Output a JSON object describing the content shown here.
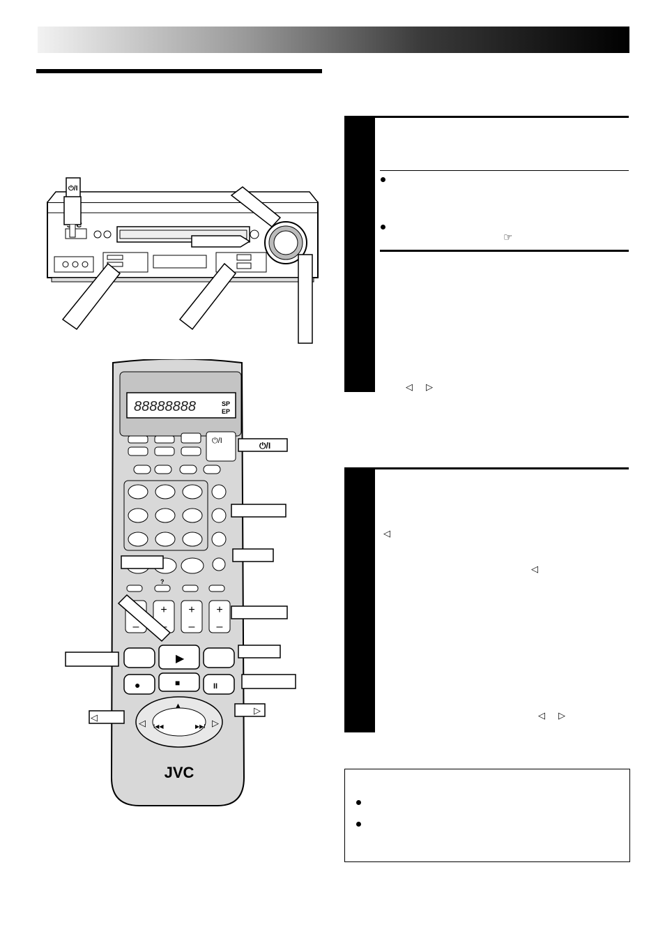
{
  "branding": {
    "logo_text": "JVC"
  },
  "remote_display": {
    "digits": "88888888",
    "tape_speed_top": "SP",
    "tape_speed_bottom": "EP"
  },
  "symbols": {
    "power": "⏻/I",
    "left_arrow": "◁",
    "right_arrow": "▷",
    "ref_pointer": "☞",
    "play": "▶",
    "stop": "■",
    "pause": "II",
    "record": "●",
    "plus": "+",
    "minus": "–",
    "question": "?",
    "skip_back": "I◀◀",
    "skip_fwd": "▶▶I",
    "up": "▲"
  },
  "colors": {
    "ink": "#000000",
    "paper": "#ffffff",
    "remote_body": "#d8d8d8"
  }
}
